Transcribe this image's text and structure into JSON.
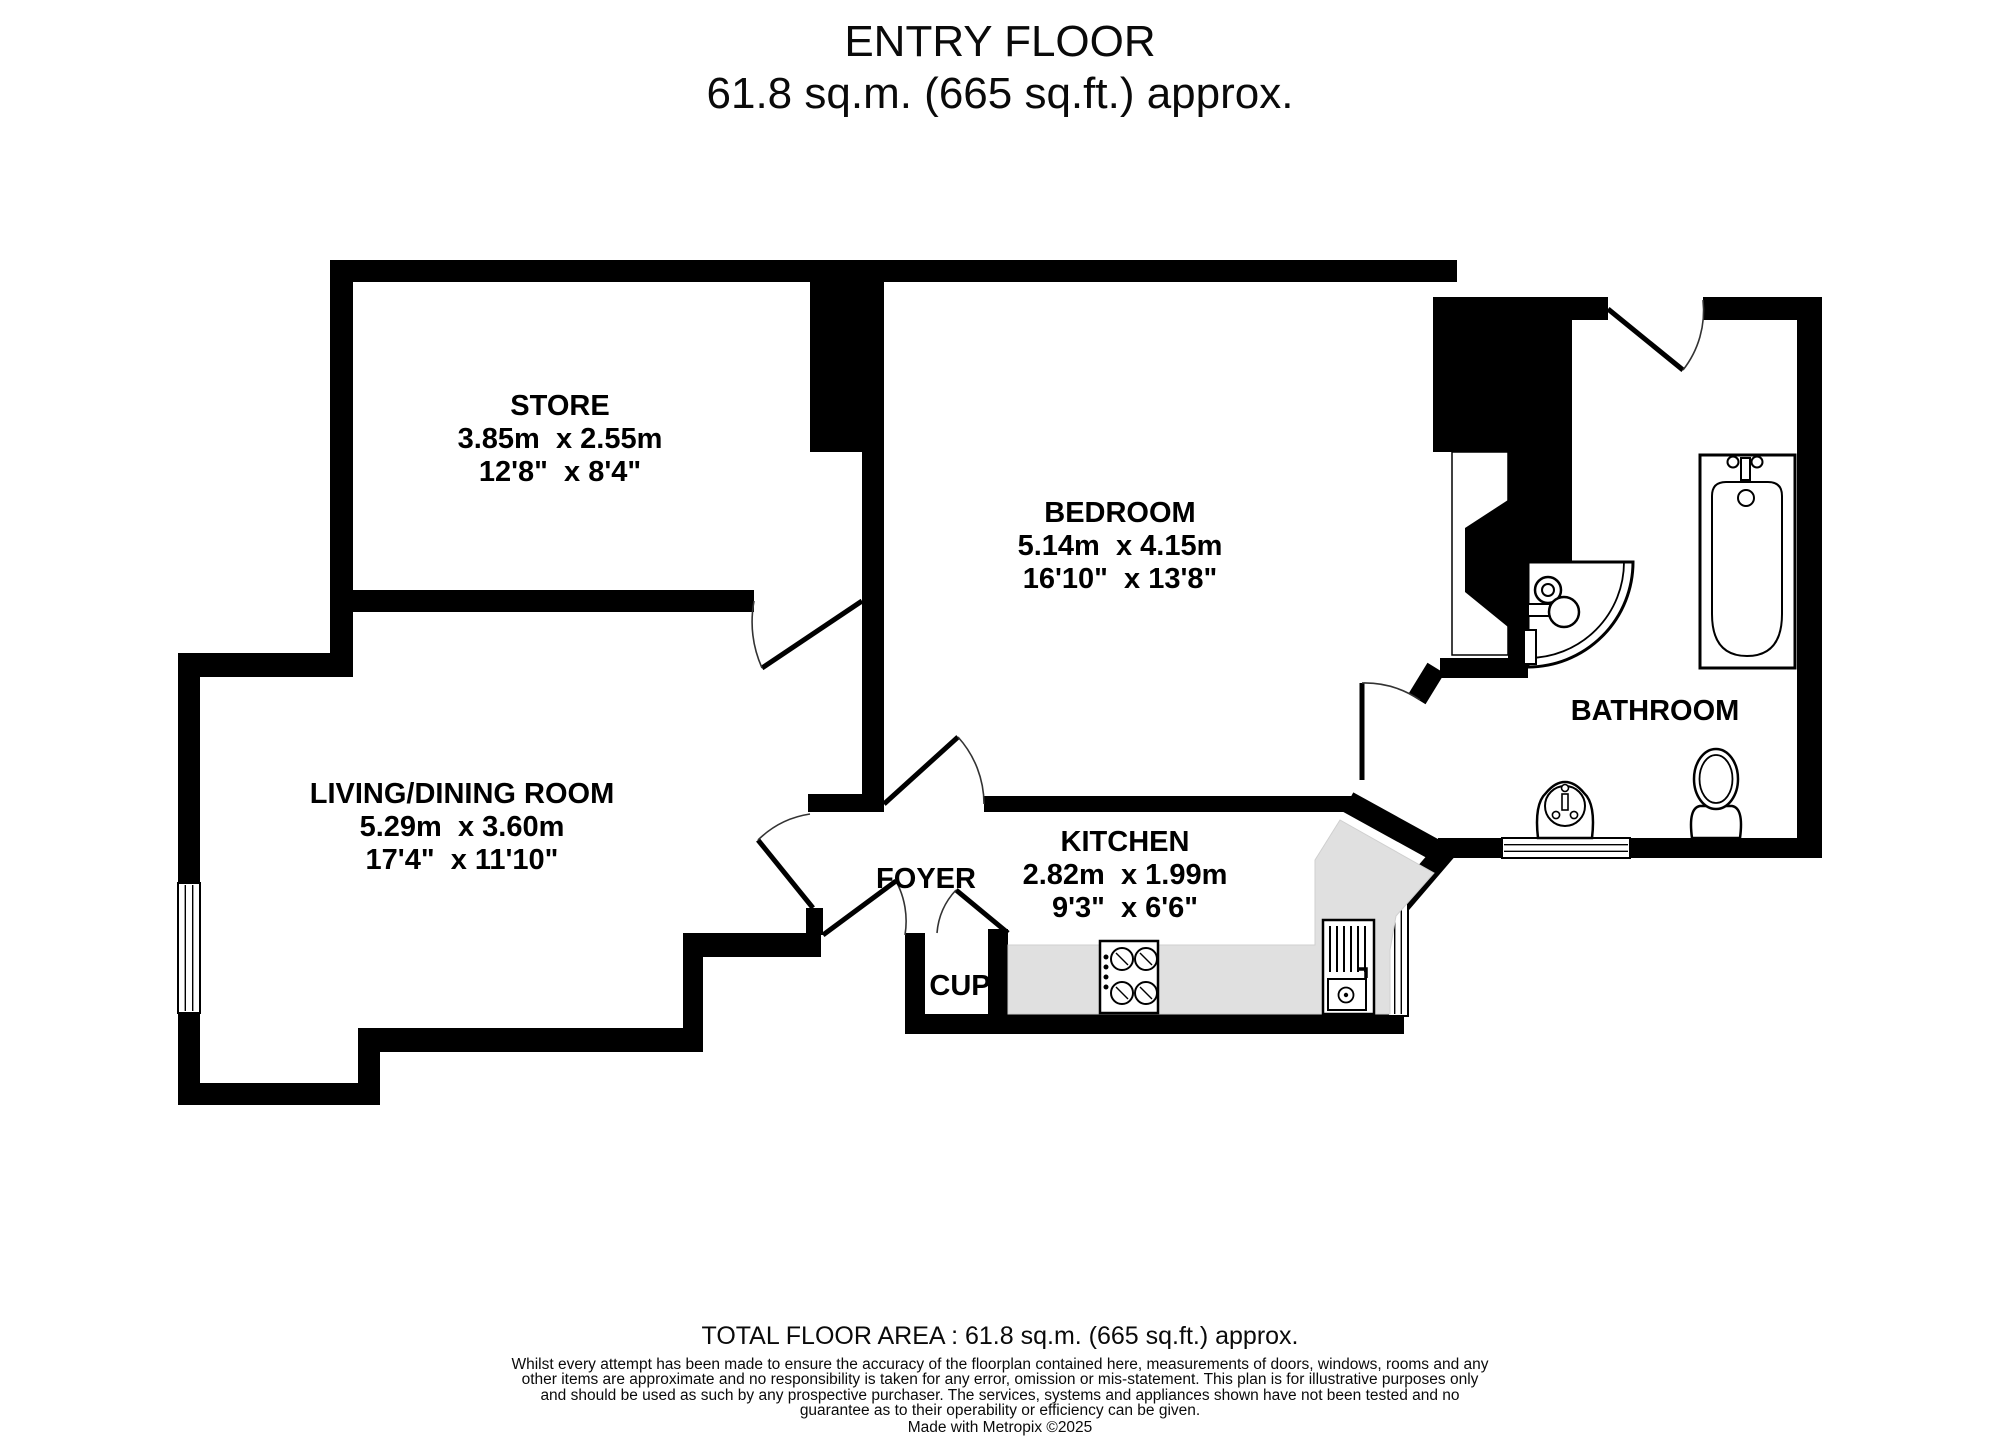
{
  "title": {
    "line1": "ENTRY FLOOR",
    "line2": "61.8 sq.m. (665 sq.ft.) approx."
  },
  "rooms": {
    "store": {
      "name": "STORE",
      "metric": "3.85m  x 2.55m",
      "imperial": "12'8\"  x 8'4\""
    },
    "bedroom": {
      "name": "BEDROOM",
      "metric": "5.14m  x 4.15m",
      "imperial": "16'10\"  x 13'8\""
    },
    "living": {
      "name": "LIVING/DINING ROOM",
      "metric": "5.29m  x 3.60m",
      "imperial": "17'4\"  x 11'10\""
    },
    "kitchen": {
      "name": "KITCHEN",
      "metric": "2.82m  x 1.99m",
      "imperial": "9'3\"  x 6'6\""
    },
    "foyer": {
      "name": "FOYER"
    },
    "cup": {
      "name": "CUP"
    },
    "bathroom": {
      "name": "BATHROOM"
    }
  },
  "footer": {
    "total": "TOTAL FLOOR AREA : 61.8 sq.m. (665 sq.ft.) approx.",
    "disclaimer": "Whilst every attempt has been made to ensure the accuracy of the floorplan contained here, measurements of doors, windows, rooms and any other items are approximate and no responsibility is taken for any error, omission or mis-statement. This plan is for illustrative purposes only and should be used as such by any prospective purchaser. The services, systems and appliances shown have not been tested and no guarantee as to their operability or efficiency can be given.",
    "credit": "Made with Metropix ©2025"
  },
  "colors": {
    "wall": "#000000",
    "counter": "#e0e0e0",
    "background": "#ffffff"
  }
}
